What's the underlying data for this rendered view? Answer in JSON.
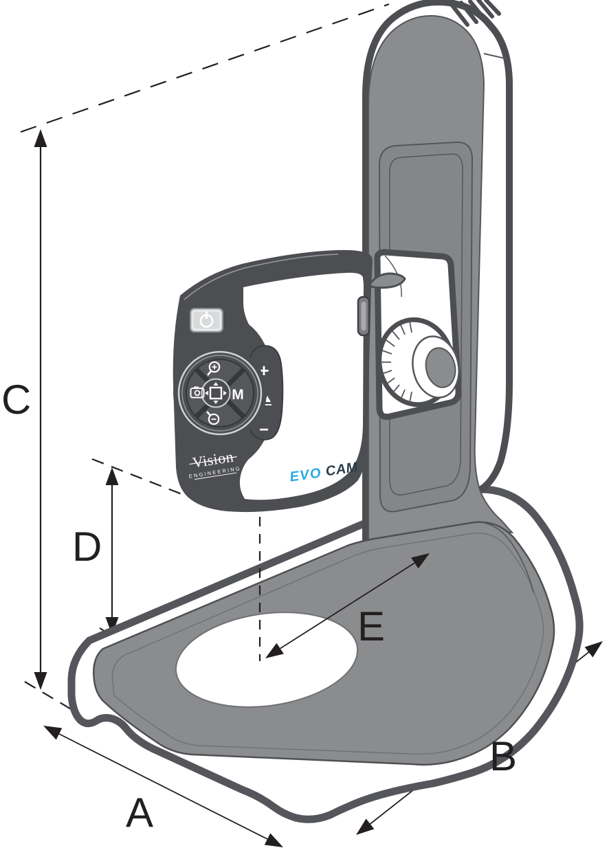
{
  "diagram": {
    "kind": "product-dimension-drawing",
    "dimensions": {
      "a": {
        "label": "A"
      },
      "b": {
        "label": "B"
      },
      "c": {
        "label": "C"
      },
      "d": {
        "label": "D"
      },
      "e": {
        "label": "E"
      }
    },
    "branding": {
      "vision": "Vision",
      "engineering": "ENGINEERING",
      "evo": "EVO",
      "cam": "CAM"
    },
    "controls": {
      "mode_label": "M",
      "rocker_plus": "+",
      "rocker_minus": "−",
      "icons": [
        "power-icon",
        "zoom-in-icon",
        "zoom-out-icon",
        "camera-capture-icon",
        "navigate-pad-icon",
        "focus-icon",
        "focus-knob"
      ]
    },
    "colors": {
      "accent_cyan": "#29abe2",
      "cam_navy": "#2b3c4e",
      "device_gray": "#8b8c8e",
      "frame_dark": "#4d4e52",
      "dimension_ink": "#231f20"
    }
  }
}
